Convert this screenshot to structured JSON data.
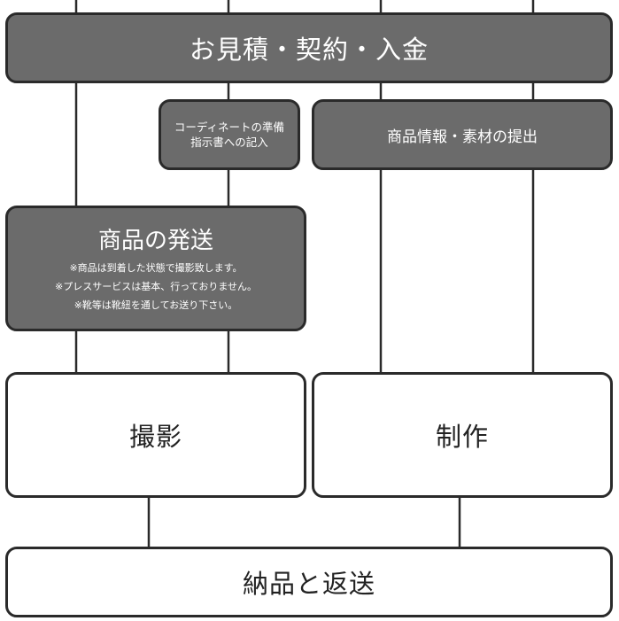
{
  "colors": {
    "dark_box": "#6b6b6b",
    "border": "#2a2a2a",
    "line": "#2a2a2a",
    "light_box": "#ffffff"
  },
  "flow": {
    "estimate": {
      "label": "お見積・契約・入金"
    },
    "coordinate": {
      "line1": "コーディネートの準備",
      "line2": "指示書への記入"
    },
    "materials": {
      "label": "商品情報・素材の提出"
    },
    "shipping": {
      "title": "商品の発送",
      "notes": [
        "※商品は到着した状態で撮影致します。",
        "※プレスサービスは基本、行っておりません。",
        "※靴等は靴紐を通してお送り下さい。"
      ]
    },
    "shooting": {
      "label": "撮影"
    },
    "production": {
      "label": "制作"
    },
    "delivery": {
      "label": "納品と返送"
    }
  }
}
